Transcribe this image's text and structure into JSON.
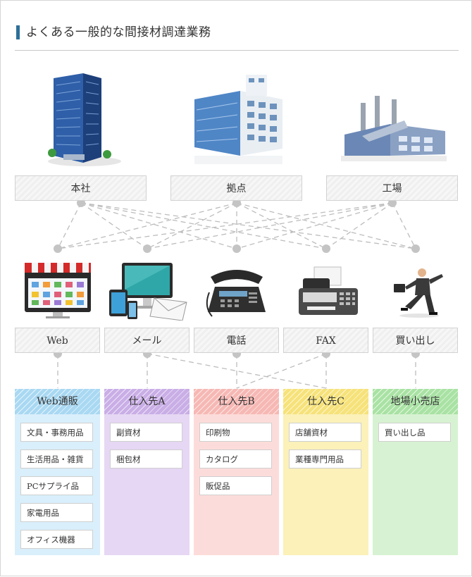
{
  "title": "よくある一般的な間接材調達業務",
  "locations": [
    {
      "label": "本社",
      "icon": "office-tower-icon"
    },
    {
      "label": "拠点",
      "icon": "office-building-icon"
    },
    {
      "label": "工場",
      "icon": "factory-icon"
    }
  ],
  "channels": [
    {
      "label": "Web",
      "icon": "online-shop-icon"
    },
    {
      "label": "メール",
      "icon": "email-devices-icon"
    },
    {
      "label": "電話",
      "icon": "telephone-icon"
    },
    {
      "label": "FAX",
      "icon": "fax-machine-icon"
    },
    {
      "label": "買い出し",
      "icon": "running-businessman-icon"
    }
  ],
  "suppliers": [
    {
      "label": "Web通販",
      "head_color": "#a9d8f2",
      "body_color": "#d9effb",
      "items": [
        "文具・事務用品",
        "生活用品・雑貨",
        "PCサプライ品",
        "家電用品",
        "オフィス機器"
      ]
    },
    {
      "label": "仕入先A",
      "head_color": "#c9aee6",
      "body_color": "#e6d7f4",
      "items": [
        "副資材",
        "梱包材"
      ]
    },
    {
      "label": "仕入先B",
      "head_color": "#f6b8b4",
      "body_color": "#fcdcda",
      "items": [
        "印刷物",
        "カタログ",
        "販促品"
      ]
    },
    {
      "label": "仕入先C",
      "head_color": "#f6e27a",
      "body_color": "#fbf1b9",
      "items": [
        "店舗資材",
        "業種専門用品"
      ]
    },
    {
      "label": "地場小売店",
      "head_color": "#a9e2a4",
      "body_color": "#d7f2d2",
      "items": [
        "買い出し品"
      ]
    }
  ]
}
